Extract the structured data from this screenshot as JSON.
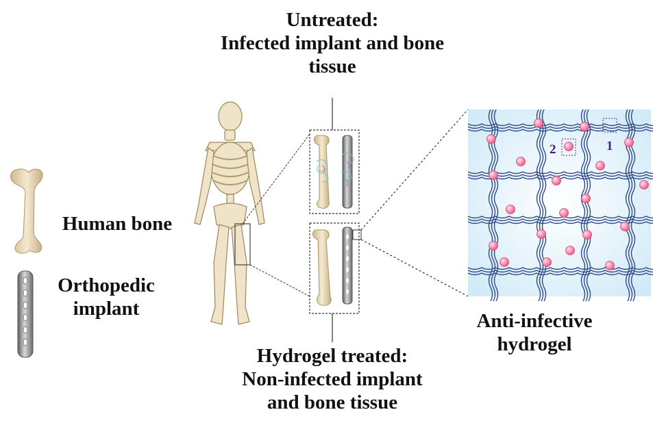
{
  "untreated": {
    "line1": "Untreated:",
    "line2": "Infected implant and bone",
    "line3": "tissue"
  },
  "treated": {
    "line1": "Hydrogel treated:",
    "line2": "Non-infected implant",
    "line3": "and bone tissue"
  },
  "legend": {
    "bone_label": "Human bone",
    "implant_label_1": "Orthopedic",
    "implant_label_2": "implant"
  },
  "hydrogel": {
    "label_1": "Anti-infective",
    "label_2": "hydrogel",
    "marker_1": "1",
    "marker_2": "2"
  },
  "colors": {
    "bone": "#efe2c4",
    "bone_shade": "#c9b487",
    "implant": "#8d8d8d",
    "mesh_line": "#3a4f86",
    "mesh_bg": "#e6f4fb",
    "particle": "#f06b97",
    "marker_text": "#3f1f7a"
  }
}
